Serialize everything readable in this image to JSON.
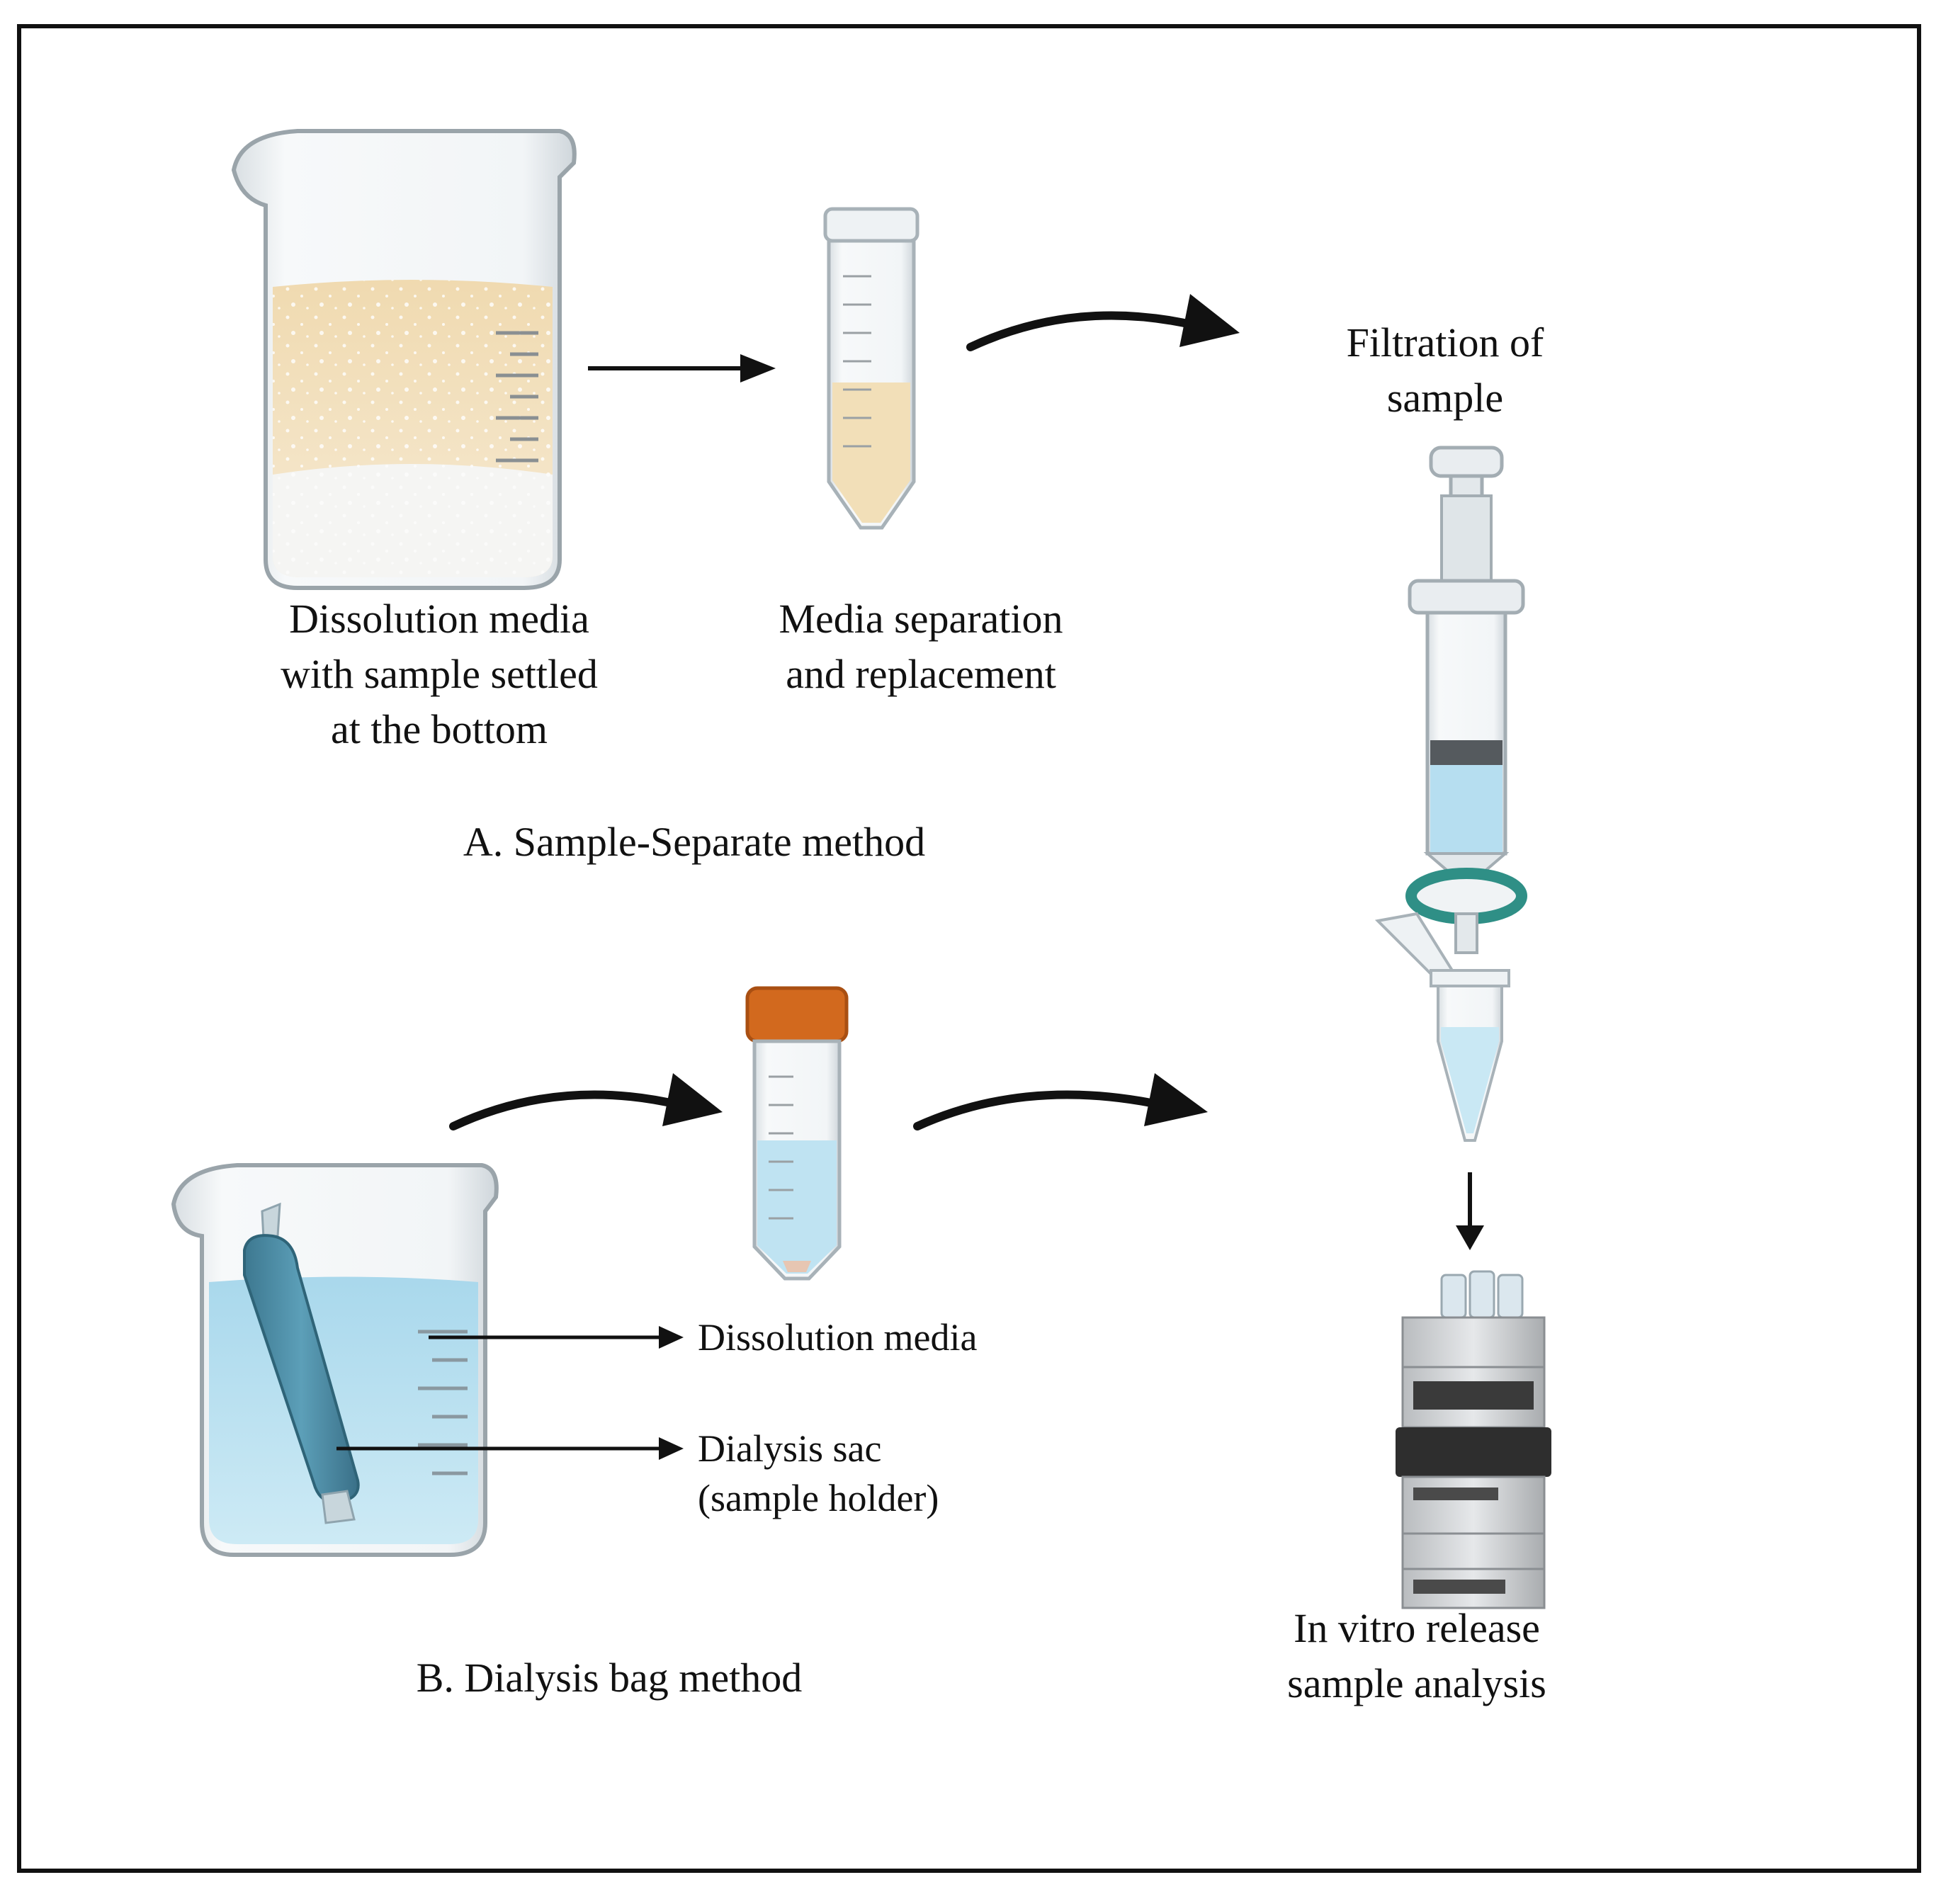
{
  "labels": {
    "dissolution_settled": [
      "Dissolution media",
      "with sample settled",
      "at the bottom"
    ],
    "media_separation": [
      "Media separation",
      "and replacement"
    ],
    "filtration": [
      "Filtration of",
      "sample"
    ],
    "method_a": "A. Sample-Separate method",
    "dissolution_media": "Dissolution media",
    "dialysis_sac": [
      "Dialysis sac",
      "(sample holder)"
    ],
    "method_b": "B. Dialysis bag method",
    "analysis": [
      "In vitro release",
      "sample analysis"
    ]
  },
  "colors": {
    "frame": "#111111",
    "glass": "#e8ecef",
    "turbid_media": "#f2dfbd",
    "sediment": "#f4f4f2",
    "blue_media": "#bfe3f2",
    "dialysis_sac": "#4f8fa8",
    "tube_cap": "#d2691e",
    "filter_ring": "#2f8f86",
    "instrument": "#3a3a3a"
  },
  "icons": [
    "beaker-icon",
    "centrifuge-tube-icon",
    "syringe-filter-icon",
    "microcentrifuge-tube-icon",
    "hplc-instrument-icon",
    "dialysis-bag-icon"
  ]
}
